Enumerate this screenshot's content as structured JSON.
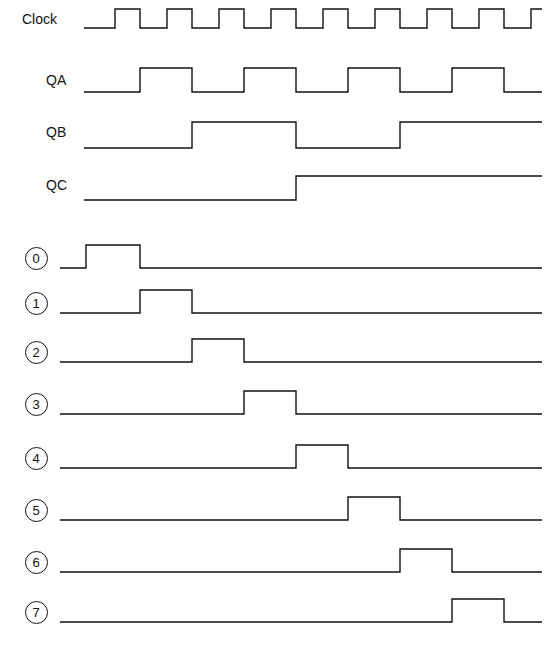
{
  "diagram": {
    "nodes": [
      {
        "text": [
          "0"
        ]
      },
      {
        "text": [
          "1"
        ]
      },
      {
        "text": [
          "2"
        ]
      },
      {
        "text": [
          "3"
        ]
      },
      {
        "text": [
          "4"
        ]
      },
      {
        "text": [
          "5"
        ]
      },
      {
        "text": [
          "6"
        ]
      },
      {
        "text": [
          "7"
        ]
      }
    ],
    "labels": [
      "Clock",
      "QA",
      "QB",
      "QC"
    ]
  }
}
